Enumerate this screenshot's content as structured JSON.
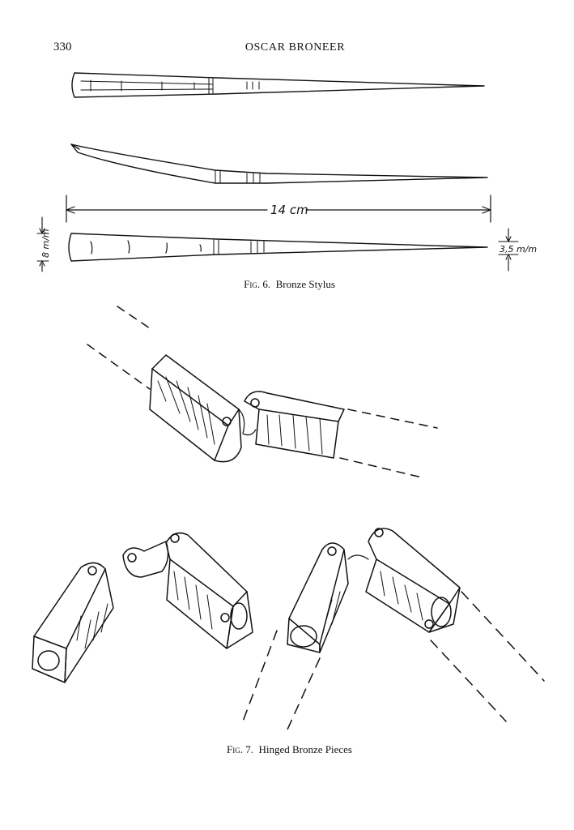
{
  "header": {
    "page_number": "330",
    "running_head": "OSCAR BRONEER"
  },
  "figure6": {
    "fig_label": "Fig. 6.",
    "caption": "Bronze Stylus",
    "length_label": "14 cm",
    "width_label": "8 m/m",
    "tip_label": "3,5 m/m"
  },
  "figure7": {
    "fig_label": "Fig. 7.",
    "caption": "Hinged Bronze Pieces"
  }
}
